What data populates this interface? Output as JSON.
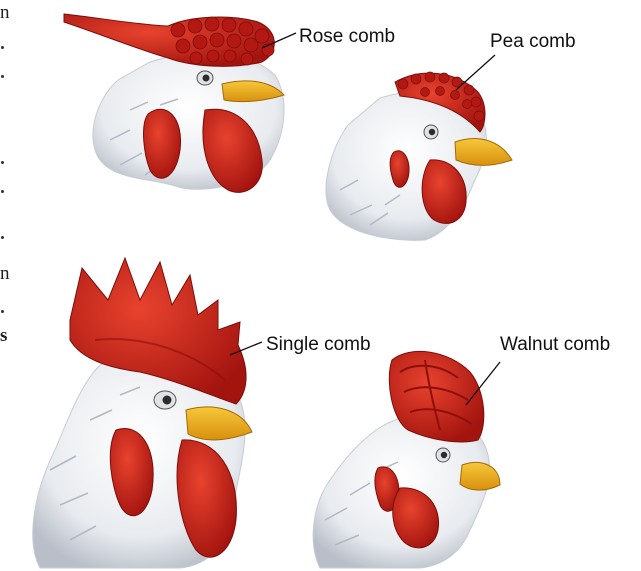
{
  "labels": {
    "rose": "Rose comb",
    "pea": "Pea comb",
    "single": "Single comb",
    "walnut": "Walnut comb"
  },
  "edge_text": {
    "glyph_1": "n",
    "glyph_2": "n",
    "glyph_3": "s"
  },
  "colors": {
    "comb_red": "#c8201a",
    "comb_dark": "#8e0f0c",
    "wattle_red": "#d42a1e",
    "beak_yellow": "#f2b21c",
    "feather_white": "#eef0f3",
    "feather_shadow": "#b9bec8",
    "label_line": "#111111"
  }
}
